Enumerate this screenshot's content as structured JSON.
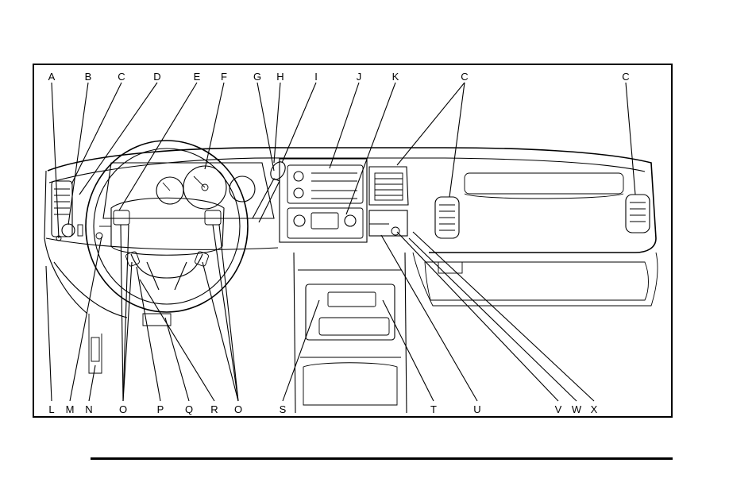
{
  "diagram": {
    "top_labels": [
      "A",
      "B",
      "C",
      "D",
      "E",
      "F",
      "G",
      "H",
      "I",
      "J",
      "K",
      "C",
      "C"
    ],
    "bottom_labels": [
      "L",
      "M",
      "N",
      "O",
      "P",
      "Q",
      "R",
      "O",
      "S",
      "T",
      "U",
      "V",
      "W",
      "X"
    ]
  },
  "colors": {
    "ink": "#000000",
    "paper": "#ffffff"
  }
}
